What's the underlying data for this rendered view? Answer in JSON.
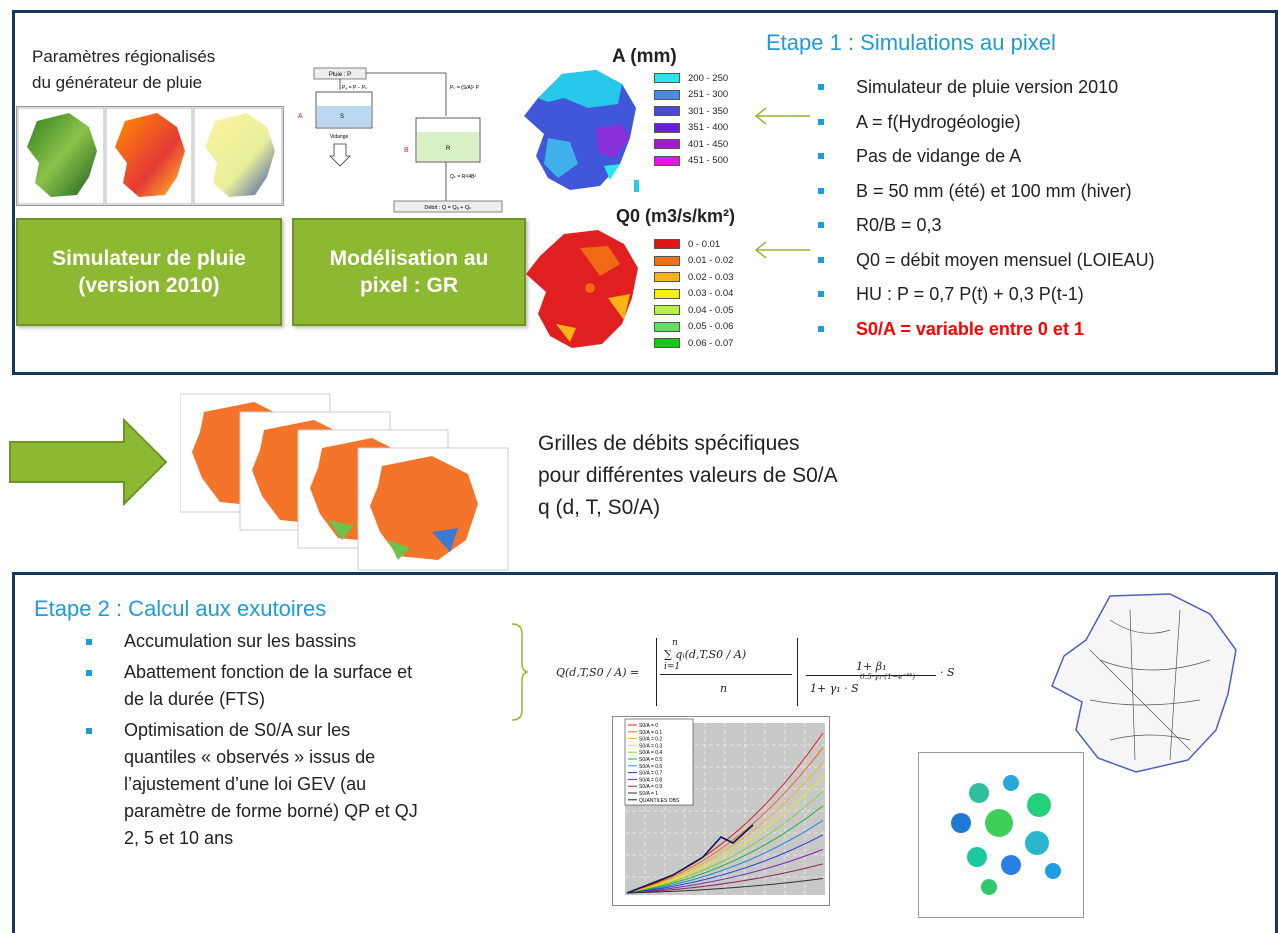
{
  "colors": {
    "accent_blue": "#1f9bd7",
    "panel_border": "#17375e",
    "green": "#8db832",
    "highlight_red": "#ff0000"
  },
  "step1": {
    "regional_params": "Paramètres régionalisés\ndu générateur de pluie",
    "btn_rain": "Simulateur de pluie\n(version 2010)",
    "btn_model": "Modélisation au\npixel : GR",
    "schema": {
      "pluie": "Pluie : P",
      "pa": "Pₐ = P − Pₖ",
      "pb": "Pₖ = (S/A)² P",
      "a": "A",
      "s": "S",
      "vidange": "Vidange",
      "b": "B",
      "r": "R",
      "qb": "Qₖ = R²/4B²",
      "debit": "Débit : Q = Qₐ + Qₖ"
    },
    "map_a": {
      "title": "A (mm)",
      "legend": [
        {
          "label": "200 - 250",
          "color": "#28e8ec"
        },
        {
          "label": "251 - 300",
          "color": "#4d8ae6"
        },
        {
          "label": "301 - 350",
          "color": "#4a4ad6"
        },
        {
          "label": "351 - 400",
          "color": "#6a1fd6"
        },
        {
          "label": "401 - 450",
          "color": "#a41ad0"
        },
        {
          "label": "451 - 500",
          "color": "#e01ae0"
        }
      ]
    },
    "map_q0": {
      "title": "Q0 (m3/s/km²)",
      "legend": [
        {
          "label": "0 - 0.01",
          "color": "#e01616"
        },
        {
          "label": "0.01 - 0.02",
          "color": "#f07014"
        },
        {
          "label": "0.02 - 0.03",
          "color": "#f8b414"
        },
        {
          "label": "0.03 - 0.04",
          "color": "#f8f014"
        },
        {
          "label": "0.04 - 0.05",
          "color": "#b8f040"
        },
        {
          "label": "0.05 - 0.06",
          "color": "#60e060"
        },
        {
          "label": "0.06 - 0.07",
          "color": "#14c814"
        }
      ]
    },
    "title": "Etape 1 : Simulations au pixel",
    "bullets": [
      "Simulateur de pluie version 2010",
      "A = f(Hydrogéologie)",
      "Pas de vidange de A",
      "B = 50 mm (été) et 100 mm (hiver)",
      "R0/B = 0,3",
      "Q0  = débit moyen mensuel (LOIEAU)",
      "HU :  P = 0,7 P(t) + 0,3 P(t-1)",
      "S0/A = variable entre 0 et 1"
    ]
  },
  "middle": {
    "text": "Grilles de débits spécifiques\npour différentes valeurs de S0/A\nq (d, T, S0/A)"
  },
  "step2": {
    "title": "Etape 2 : Calcul aux exutoires",
    "bullets": [
      "Accumulation sur les bassins",
      "Abattement fonction de la surface et\nde la durée (FTS)",
      "Optimisation de S0/A sur les\nquantiles « observés » issus de\nl’ajustement d’une loi GEV (au\nparamètre de forme borné) QP et QJ\n2, 5 et 10 ans"
    ],
    "formula": {
      "lhs": "Q(d,T,S0 / A) =",
      "sum_top": "n",
      "sum_body": "∑ qᵢ(d,T,S0 / A)",
      "sum_bottom": "i=1",
      "denominator": "n",
      "frac2_num": "1+ β₁",
      "frac2_den": "1+ γ₁ · S",
      "exponent": "0.5·γ₁·(1−e⁻ᵟᵟ)",
      "tail": "· S"
    },
    "chart_legend": [
      "S0/A = 0",
      "S0/A = 0.1",
      "S0/A = 0.2",
      "S0/A = 0.3",
      "S0/A = 0.4",
      "S0/A = 0.5",
      "S0/A = 0.6",
      "S0/A = 0.7",
      "S0/A = 0.8",
      "S0/A = 0.9",
      "S0/A = 1",
      "QUANTILES OBS"
    ]
  }
}
